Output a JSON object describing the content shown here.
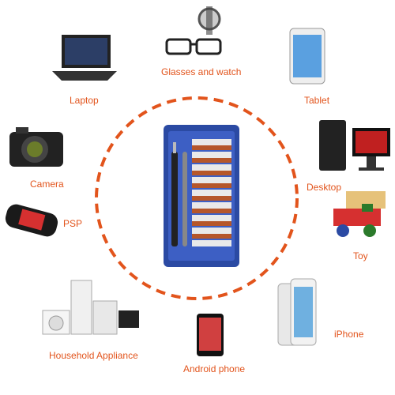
{
  "center": {
    "name": "precision screwdriver set"
  },
  "items": [
    {
      "label": "Laptop",
      "icon": "laptop-icon"
    },
    {
      "label": "Glasses and watch",
      "icon": "glasses-watch-icon"
    },
    {
      "label": "Tablet",
      "icon": "tablet-icon"
    },
    {
      "label": "Camera",
      "icon": "camera-icon"
    },
    {
      "label": "Desktop",
      "icon": "desktop-icon"
    },
    {
      "label": "PSP",
      "icon": "psp-icon"
    },
    {
      "label": "Toy",
      "icon": "toy-icon"
    },
    {
      "label": "Household Appliance",
      "icon": "appliance-icon"
    },
    {
      "label": "Android phone",
      "icon": "android-phone-icon"
    },
    {
      "label": "iPhone",
      "icon": "iphone-icon"
    }
  ],
  "colors": {
    "accent": "#e2541c",
    "case_blue": "#2b4aa3",
    "background": "#ffffff"
  }
}
